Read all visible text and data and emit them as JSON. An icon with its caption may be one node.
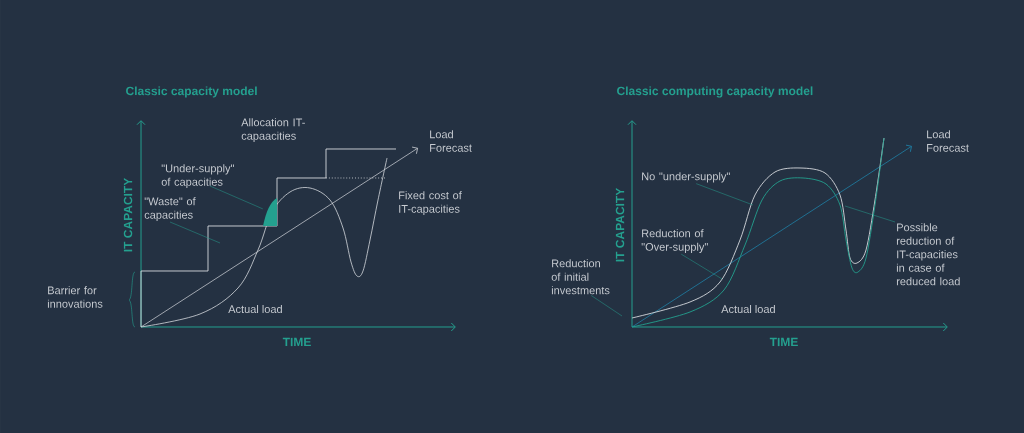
{
  "diagram": {
    "nodes": [
      {
        "text": [
          "\"Under-supply\" of capacities"
        ]
      },
      {
        "text": [],
        "shape": "area"
      },
      {
        "text": [
          "\"Waste\" of capacities"
        ]
      },
      {
        "text": [
          "No \"under-supply\""
        ]
      },
      {
        "text": [
          "Reduction of \"Over-supply\""
        ]
      },
      {
        "text": [
          "Reduction of initial investments"
        ]
      },
      {
        "text": [
          "Possible reduction of IT-capacities in case of reduced load"
        ]
      }
    ],
    "edges": [
      {
        "from": 0,
        "to": 1,
        "arrow": "none"
      },
      {
        "from": 2,
        "to": null,
        "arrow": "none"
      },
      {
        "from": 3,
        "to": null,
        "arrow": "none"
      },
      {
        "from": 4,
        "to": null,
        "arrow": "none"
      },
      {
        "from": 5,
        "to": null,
        "arrow": "none"
      },
      {
        "from": 6,
        "to": null,
        "arrow": "none"
      }
    ],
    "labels": [
      "Classic capacity model",
      "Allocation IT-capaacities",
      "Load Forecast",
      "IT CAPACITY",
      "Fixed cost of IT-capacities",
      "Barrier for innovations",
      "Actual load",
      "TIME",
      "Classic computing capacity model",
      "Load Forecast",
      "IT CAPACITY",
      "Actual load",
      "TIME"
    ]
  }
}
